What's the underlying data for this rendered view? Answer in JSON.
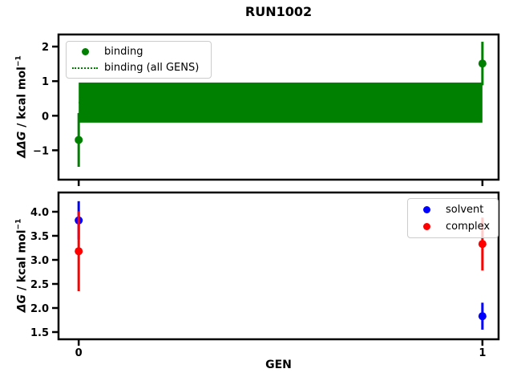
{
  "figure": {
    "title": "RUN1002",
    "background": "#ffffff",
    "frame_color": "#000000"
  },
  "chart_data": [
    {
      "type": "scatter",
      "subplot": "top",
      "ylabel": {
        "italic": "ΔΔG",
        "rest": " / kcal mol",
        "sup": "−1"
      },
      "xlim": [
        -0.05,
        1.04
      ],
      "ylim": [
        -1.85,
        2.35
      ],
      "grid": false,
      "yticks": [
        {
          "v": 2,
          "label": "2"
        },
        {
          "v": 1,
          "label": "1"
        },
        {
          "v": 0,
          "label": "0"
        },
        {
          "v": -1,
          "label": "−1"
        }
      ],
      "xticks": [
        {
          "v": 0,
          "label": ""
        },
        {
          "v": 1,
          "label": ""
        }
      ],
      "band": {
        "name": "binding (all GENS)",
        "color": "#008000",
        "x_range": [
          0,
          1
        ],
        "center": 0.38,
        "lo": -0.2,
        "hi": 0.96,
        "line_style": "dotted"
      },
      "series": [
        {
          "name": "binding",
          "color": "#008000",
          "marker": "circle",
          "points": [
            {
              "x": 0,
              "y": -0.7,
              "err": 0.78
            },
            {
              "x": 1,
              "y": 1.51,
              "err": 0.63
            }
          ]
        }
      ],
      "legend": {
        "position": "upper left",
        "entries": [
          {
            "label": "binding",
            "handle": "dot",
            "color": "#008000"
          },
          {
            "label": "binding (all GENS)",
            "handle": "dotted-line",
            "color": "#008000"
          }
        ]
      }
    },
    {
      "type": "scatter",
      "subplot": "bottom",
      "xlabel": "GEN",
      "ylabel": {
        "italic": "ΔG",
        "rest": " / kcal mol",
        "sup": "−1"
      },
      "xlim": [
        -0.05,
        1.04
      ],
      "ylim": [
        1.35,
        4.4
      ],
      "grid": false,
      "yticks": [
        {
          "v": 4.0,
          "label": "4.0"
        },
        {
          "v": 3.5,
          "label": "3.5"
        },
        {
          "v": 3.0,
          "label": "3.0"
        },
        {
          "v": 2.5,
          "label": "2.5"
        },
        {
          "v": 2.0,
          "label": "2.0"
        },
        {
          "v": 1.5,
          "label": "1.5"
        }
      ],
      "xticks": [
        {
          "v": 0,
          "label": "0"
        },
        {
          "v": 1,
          "label": "1"
        }
      ],
      "series": [
        {
          "name": "solvent",
          "color": "#0000ff",
          "marker": "circle",
          "points": [
            {
              "x": 0,
              "y": 3.82,
              "err": 0.4
            },
            {
              "x": 1,
              "y": 1.83,
              "err": 0.28
            }
          ]
        },
        {
          "name": "complex",
          "color": "#ff0000",
          "marker": "circle",
          "points": [
            {
              "x": 0,
              "y": 3.18,
              "err": 0.83
            },
            {
              "x": 1,
              "y": 3.33,
              "err": 0.55
            }
          ]
        }
      ],
      "legend": {
        "position": "upper right",
        "entries": [
          {
            "label": "solvent",
            "handle": "dot",
            "color": "#0000ff"
          },
          {
            "label": "complex",
            "handle": "dot",
            "color": "#ff0000"
          }
        ]
      }
    }
  ]
}
